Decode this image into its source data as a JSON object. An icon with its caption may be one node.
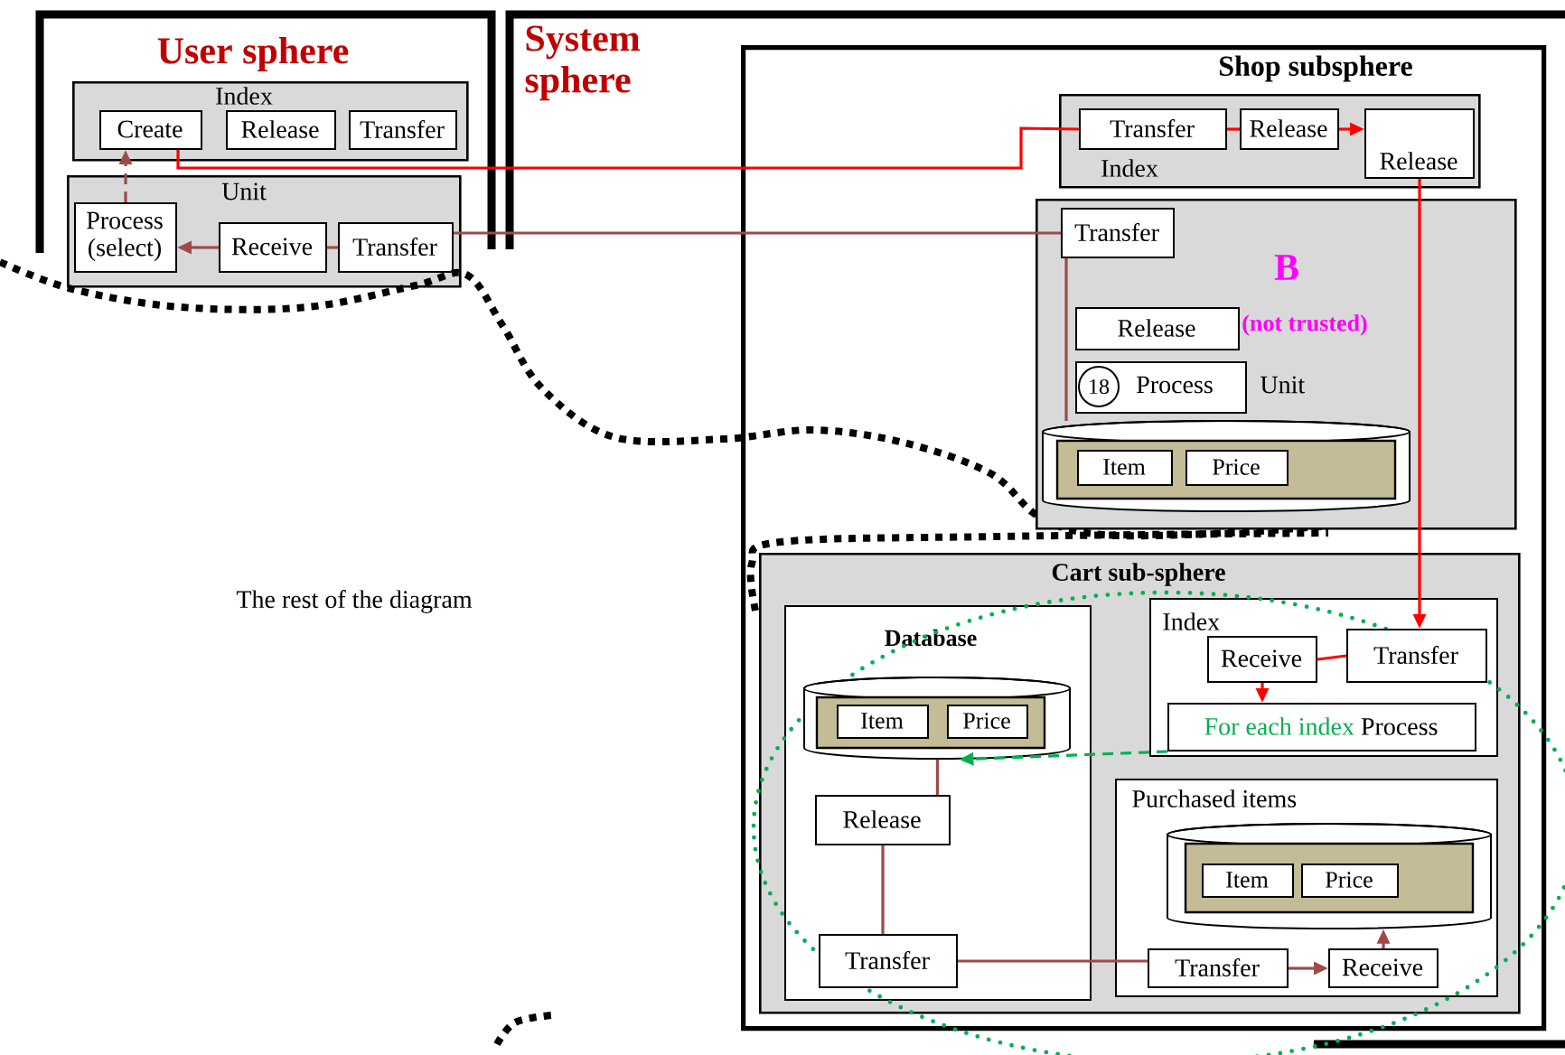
{
  "diagram": {
    "nodes": [
      {
        "text": [
          "User sphere"
        ]
      },
      {
        "text": [
          "Index"
        ],
        "in": 0
      },
      {
        "text": [
          "Create"
        ],
        "in": 1
      },
      {
        "text": [
          "Release"
        ],
        "in": 1
      },
      {
        "text": [
          "Transfer"
        ],
        "in": 1
      },
      {
        "text": [
          "Unit"
        ]
      },
      {
        "text": [
          "Process (select)"
        ],
        "in": 5
      },
      {
        "text": [
          "Receive"
        ],
        "in": 5
      },
      {
        "text": [
          "Transfer"
        ],
        "in": 5
      },
      {
        "text": [
          "System sphere"
        ]
      },
      {
        "text": [
          "Shop subsphere"
        ],
        "in": 9
      },
      {
        "text": [
          "Index"
        ],
        "in": 10
      },
      {
        "text": [
          "Transfer"
        ],
        "in": 11
      },
      {
        "text": [
          "Release"
        ],
        "in": 11
      },
      {
        "text": [
          "Release"
        ],
        "in": 11
      },
      {
        "text": [
          "B",
          "(not trusted)"
        ],
        "in": 10
      },
      {
        "text": [
          "Transfer"
        ],
        "in": 15
      },
      {
        "text": [
          "Release"
        ],
        "in": 15
      },
      {
        "text": [
          "Process"
        ],
        "beside": [
          "Unit"
        ],
        "in": 15
      },
      {
        "text": [
          "18"
        ],
        "in": 18
      },
      {
        "text": [],
        "shape": "cylinder",
        "in": 15
      },
      {
        "text": [
          "Item"
        ],
        "in": 20
      },
      {
        "text": [
          "Price"
        ],
        "in": 20
      },
      {
        "text": [
          "Cart sub-sphere"
        ],
        "in": 10
      },
      {
        "text": [
          "Database"
        ],
        "in": 23
      },
      {
        "text": [],
        "shape": "cylinder",
        "in": 24
      },
      {
        "text": [
          "Item"
        ],
        "in": 25
      },
      {
        "text": [
          "Price"
        ],
        "in": 25
      },
      {
        "text": [
          "Release"
        ],
        "in": 24
      },
      {
        "text": [
          "Transfer"
        ],
        "in": 24
      },
      {
        "text": [
          "Index"
        ],
        "in": 23
      },
      {
        "text": [
          "Receive"
        ],
        "in": 30
      },
      {
        "text": [
          "Transfer"
        ],
        "in": 30
      },
      {
        "text": [
          "For each index",
          "Process"
        ],
        "in": 30
      },
      {
        "text": [
          "Purchased items"
        ],
        "in": 23
      },
      {
        "text": [],
        "shape": "cylinder",
        "in": 34
      },
      {
        "text": [
          "Item"
        ],
        "in": 35
      },
      {
        "text": [
          "Price"
        ],
        "in": 35
      },
      {
        "text": [
          "Transfer"
        ],
        "in": 34
      },
      {
        "text": [
          "Receive"
        ],
        "in": 34
      }
    ],
    "edges": [
      {
        "from": 2,
        "to": 12,
        "arrow": "none",
        "color": "#ff0000"
      },
      {
        "from": 12,
        "to": 13,
        "arrow": "none",
        "color": "#ff0000"
      },
      {
        "from": 13,
        "to": 14,
        "arrow": "to",
        "color": "#ff0000"
      },
      {
        "from": 14,
        "to": 32,
        "arrow": "to",
        "color": "#ff0000"
      },
      {
        "from": 32,
        "to": 31,
        "arrow": "none",
        "color": "#ff0000"
      },
      {
        "from": 31,
        "to": 33,
        "arrow": "to",
        "color": "#ff0000"
      },
      {
        "from": 16,
        "to": 8,
        "arrow": "none"
      },
      {
        "from": 8,
        "to": 7,
        "arrow": "none"
      },
      {
        "from": 7,
        "to": 6,
        "arrow": "to"
      },
      {
        "from": 6,
        "to": 2,
        "arrow": "to",
        "style": "dashed"
      },
      {
        "from": 16,
        "to": 20,
        "arrow": "none"
      },
      {
        "from": 33,
        "to": 25,
        "arrow": "to",
        "style": "dashed",
        "color": "#00b050"
      },
      {
        "from": 25,
        "to": 28,
        "arrow": "none"
      },
      {
        "from": 28,
        "to": 29,
        "arrow": "none"
      },
      {
        "from": 29,
        "to": 38,
        "arrow": "none"
      },
      {
        "from": 38,
        "to": 39,
        "arrow": "to"
      },
      {
        "from": 39,
        "to": 35,
        "arrow": "to"
      }
    ],
    "labels": [
      "The rest of the diagram"
    ]
  }
}
